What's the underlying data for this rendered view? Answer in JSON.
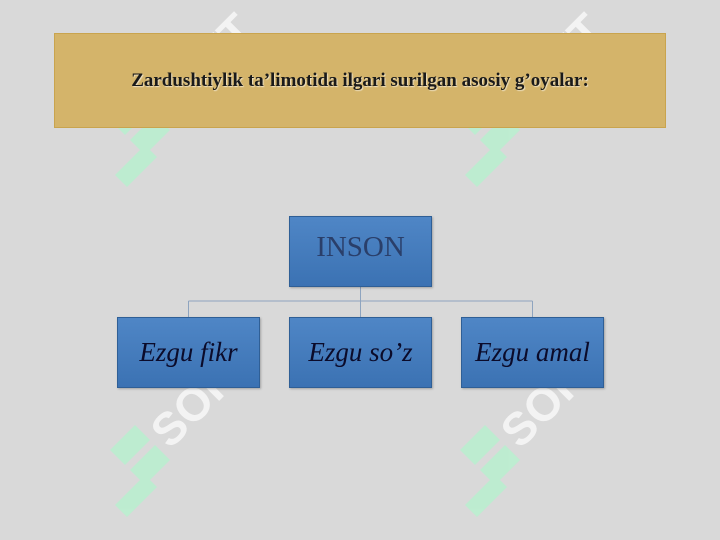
{
  "title": "Zardushtiylik ta’limotida ilgari surilgan asosiy g’oyalar:",
  "root": {
    "label": "INSON"
  },
  "children": [
    {
      "label": "Ezgu fikr"
    },
    {
      "label": "Ezgu so’z"
    },
    {
      "label": "Ezgu amal"
    }
  ],
  "watermark": {
    "text": "SOFT"
  },
  "colors": {
    "background": "#d9d9d9",
    "title_box": "#d4b46a",
    "node_fill": "#4f86c6",
    "node_border": "#2f5f96",
    "connector": "#8ea4bf",
    "watermark": "#aee8c7"
  }
}
